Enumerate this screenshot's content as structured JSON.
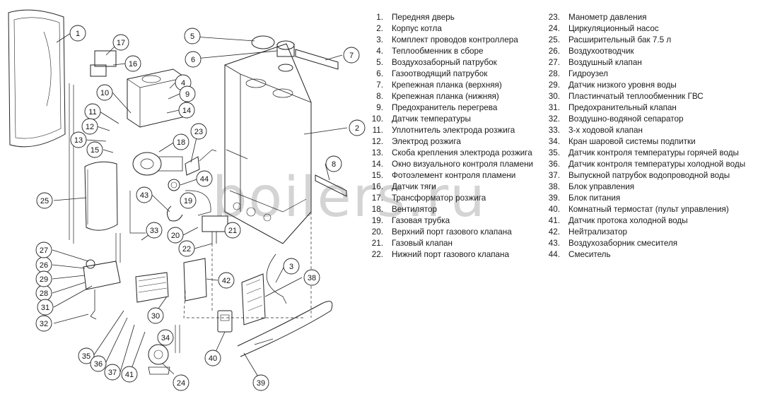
{
  "watermark": "boilers.ru",
  "legend": [
    {
      "num": "1.",
      "label": "Передняя дверь"
    },
    {
      "num": "2.",
      "label": "Корпус котла"
    },
    {
      "num": "3.",
      "label": "Комплект проводов контроллера"
    },
    {
      "num": "4.",
      "label": "Теплообменник в сборе"
    },
    {
      "num": "5.",
      "label": "Воздухозаборный патрубок"
    },
    {
      "num": "6.",
      "label": "Газоотводящий патрубок"
    },
    {
      "num": "7.",
      "label": "Крепежная планка (верхняя)"
    },
    {
      "num": "8.",
      "label": "Крепежная планка (нижняя)"
    },
    {
      "num": "9.",
      "label": "Предохранитель перегрева"
    },
    {
      "num": "10.",
      "label": "Датчик температуры"
    },
    {
      "num": "11.",
      "label": "Уплотнитель электрода розжига"
    },
    {
      "num": "12.",
      "label": "Электрод розжига"
    },
    {
      "num": "13.",
      "label": "Скоба крепления электрода розжига"
    },
    {
      "num": "14.",
      "label": "Окно визуального контроля пламени"
    },
    {
      "num": "15.",
      "label": "Фотоэлемент контроля пламени"
    },
    {
      "num": "16.",
      "label": "Датчик тяги"
    },
    {
      "num": "17.",
      "label": "Трансформатор розжига"
    },
    {
      "num": "18.",
      "label": "Вентилятор"
    },
    {
      "num": "19.",
      "label": "Газовая трубка"
    },
    {
      "num": "20.",
      "label": "Верхний порт газового клапана"
    },
    {
      "num": "21.",
      "label": "Газовый клапан"
    },
    {
      "num": "22.",
      "label": "Нижний порт газового клапана"
    },
    {
      "num": "23.",
      "label": "Манометр давления"
    },
    {
      "num": "24.",
      "label": "Циркуляционный насос"
    },
    {
      "num": "25.",
      "label": "Расширительный бак 7.5 л"
    },
    {
      "num": "26.",
      "label": "Воздухоотводчик"
    },
    {
      "num": "27.",
      "label": "Воздушный клапан"
    },
    {
      "num": "28.",
      "label": "Гидроузел"
    },
    {
      "num": "29.",
      "label": "Датчик низкого уровня воды"
    },
    {
      "num": "30.",
      "label": "Пластинчатый теплообменник ГВС"
    },
    {
      "num": "31.",
      "label": "Предохранительный клапан"
    },
    {
      "num": "32.",
      "label": "Воздушно-водяной сепаратор"
    },
    {
      "num": "33.",
      "label": "3-х ходовой клапан"
    },
    {
      "num": "34.",
      "label": "Кран шаровой системы подпитки"
    },
    {
      "num": "35.",
      "label": "Датчик контроля температуры горячей воды"
    },
    {
      "num": "36.",
      "label": "Датчик контроля температуры холодной воды"
    },
    {
      "num": "37.",
      "label": "Выпускной патрубок водопроводной воды"
    },
    {
      "num": "38.",
      "label": "Блок управления"
    },
    {
      "num": "39.",
      "label": "Блок питания"
    },
    {
      "num": "40.",
      "label": "Комнатный термостат (пульт управления)"
    },
    {
      "num": "41.",
      "label": "Датчик протока холодной воды"
    },
    {
      "num": "42.",
      "label": "Нейтрализатор"
    },
    {
      "num": "43.",
      "label": "Воздухозаборник смесителя"
    },
    {
      "num": "44.",
      "label": "Смеситель"
    }
  ],
  "callout_numbers": [
    "1",
    "2",
    "3",
    "4",
    "5",
    "6",
    "7",
    "8",
    "9",
    "10",
    "11",
    "12",
    "13",
    "14",
    "15",
    "16",
    "17",
    "18",
    "19",
    "20",
    "21",
    "22",
    "23",
    "24",
    "25",
    "26",
    "27",
    "28",
    "29",
    "30",
    "31",
    "32",
    "33",
    "34",
    "35",
    "36",
    "37",
    "38",
    "39",
    "40",
    "41",
    "42",
    "43",
    "44"
  ]
}
